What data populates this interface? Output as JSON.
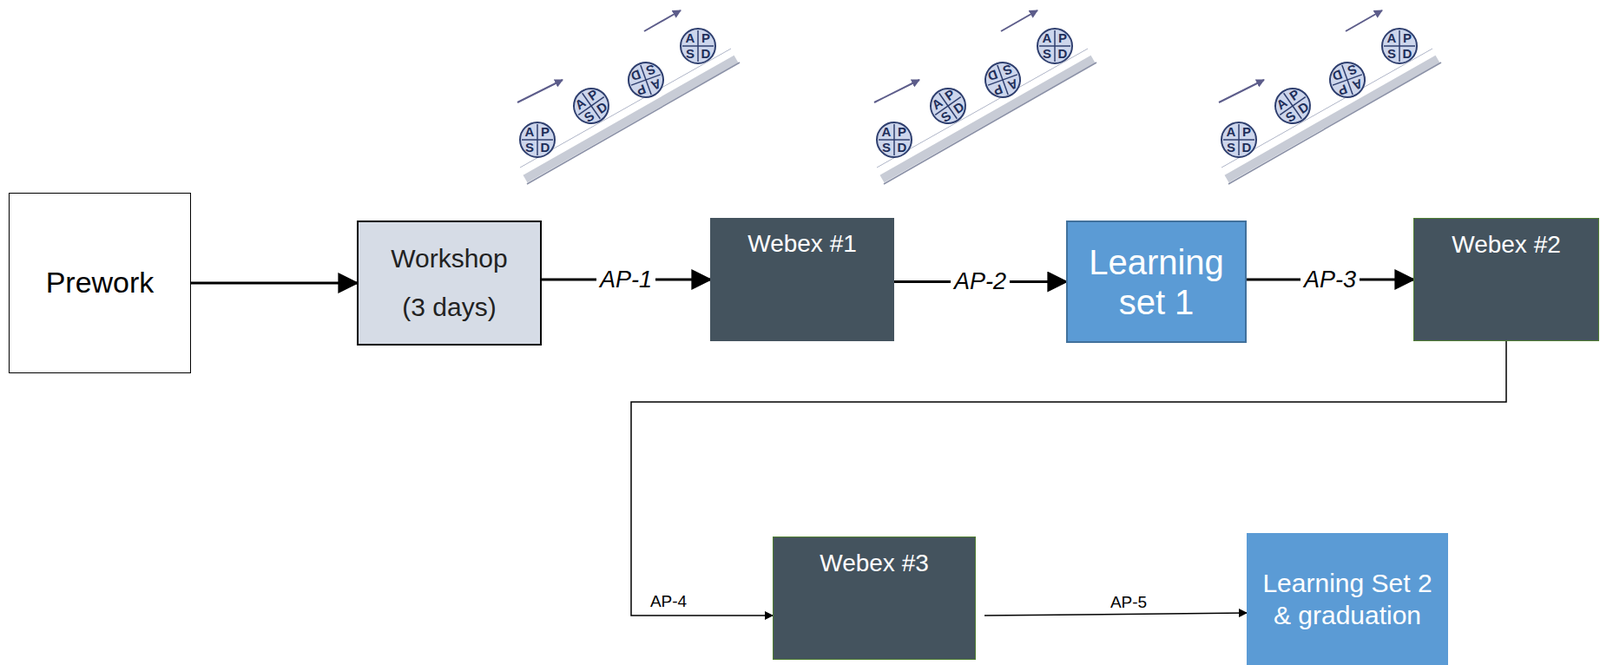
{
  "diagram": {
    "nodes": [
      {
        "text": [
          "Prework"
        ]
      },
      {
        "text": [
          "Workshop",
          "(3 days)"
        ]
      },
      {
        "text": [
          "Webex #1"
        ]
      },
      {
        "text": [
          "Learning set 1"
        ]
      },
      {
        "text": [
          "Webex #2"
        ]
      },
      {
        "text": [
          "Webex #3"
        ]
      },
      {
        "text": [
          "Learning Set 2 & graduation"
        ]
      }
    ],
    "edges": [
      {
        "from": 0,
        "to": 1,
        "arrow": "to"
      },
      {
        "from": 1,
        "to": 2,
        "label": "AP-1",
        "arrow": "to"
      },
      {
        "from": 2,
        "to": 3,
        "label": "AP-2",
        "arrow": "to"
      },
      {
        "from": 3,
        "to": 4,
        "label": "AP-3",
        "arrow": "to"
      },
      {
        "from": 4,
        "to": 5,
        "label": "AP-4",
        "arrow": "to"
      },
      {
        "from": 5,
        "to": 6,
        "label": "AP-5",
        "arrow": "to"
      }
    ],
    "labels": [
      "A",
      "P",
      "S",
      "D",
      "A",
      "P",
      "S",
      "D",
      "A",
      "P",
      "S",
      "D",
      "A",
      "P",
      "S",
      "D",
      "A",
      "P",
      "S",
      "D",
      "A",
      "P",
      "S",
      "D",
      "A",
      "P",
      "S",
      "D",
      "A",
      "P",
      "S",
      "D",
      "A",
      "P",
      "S",
      "D",
      "A",
      "P",
      "S",
      "D",
      "A",
      "P",
      "S",
      "D",
      "A",
      "P",
      "S",
      "D"
    ]
  }
}
